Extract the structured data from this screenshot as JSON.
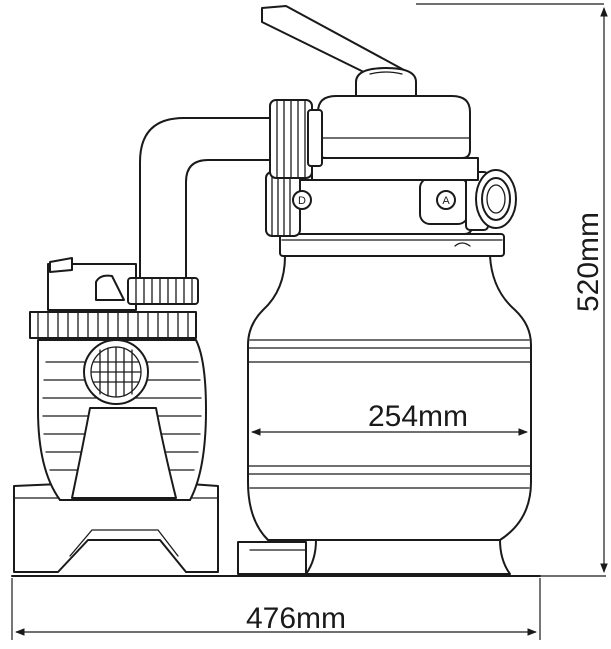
{
  "dimensions": {
    "width": "476mm",
    "height": "520mm",
    "tank_diameter": "254mm"
  },
  "ports": {
    "left": "D",
    "right": "A"
  }
}
